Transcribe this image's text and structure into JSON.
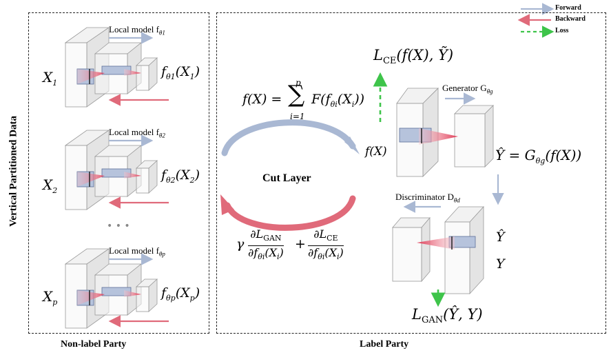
{
  "side_label": "Vertical Partitioned Data",
  "panels": {
    "left_caption": "Non-label Party",
    "right_caption": "Label Party"
  },
  "legend": {
    "forward": "Forward",
    "backward": "Backward",
    "loss": "Loss"
  },
  "colors": {
    "forward": "#a9b8d3",
    "backward": "#e06a7a",
    "loss": "#3ec44a",
    "box_stroke": "#888888",
    "box_fill": "#e8e8e8"
  },
  "local_models": [
    {
      "title_prefix": "Local model f",
      "title_sub": "θ1",
      "input": "X",
      "input_sub": "1",
      "output_prefix": "f",
      "output_sub": "θ1",
      "output_arg": "X",
      "output_arg_sub": "1"
    },
    {
      "title_prefix": "Local model f",
      "title_sub": "θ2",
      "input": "X",
      "input_sub": "2",
      "output_prefix": "f",
      "output_sub": "θ2",
      "output_arg": "X",
      "output_arg_sub": "2"
    },
    {
      "title_prefix": "Local model f",
      "title_sub": "θp",
      "input": "X",
      "input_sub": "p",
      "output_prefix": "f",
      "output_sub": "θp",
      "output_arg": "X",
      "output_arg_sub": "p"
    }
  ],
  "ellipsis": "• • •",
  "cut_layer": {
    "label": "Cut Layer",
    "aggregate_lhs": "f(X) =",
    "sum_upper": "p",
    "sum_lower": "i=1",
    "sum_symbol": "∑",
    "aggregate_term": "F(f",
    "aggregate_term_sub": "θi",
    "aggregate_term_tail": "(X",
    "aggregate_term_tail_sub": "i",
    "aggregate_term_end": "))",
    "grad_gamma": "γ",
    "grad_num1": "∂L",
    "grad_num1_sub": "GAN",
    "grad_den1": "∂f",
    "grad_den1_sub": "θi",
    "grad_den1_tail": "(X",
    "grad_den1_tail_sub": "i",
    "grad_den1_end": ")",
    "grad_plus": "+",
    "grad_num2": "∂L",
    "grad_num2_sub": "CE",
    "grad_den2": "∂f",
    "grad_den2_sub": "θi",
    "grad_den2_tail": "(X",
    "grad_den2_tail_sub": "i",
    "grad_den2_end": ")"
  },
  "generator": {
    "title_prefix": "Generator G",
    "title_sub": "θg",
    "input": "f(X)",
    "output_lhs": "Ŷ = G",
    "output_sub": "θg",
    "output_rhs": "(f(X))"
  },
  "ce_loss": {
    "prefix": "L",
    "sub": "CE",
    "args": "(f(X), Ỹ)"
  },
  "discriminator": {
    "title_prefix": "Discriminator D",
    "title_sub": "θd",
    "in1": "Ŷ",
    "in2": "Y"
  },
  "gan_loss": {
    "prefix": "L",
    "sub": "GAN",
    "args": "(Ŷ, Y)"
  }
}
